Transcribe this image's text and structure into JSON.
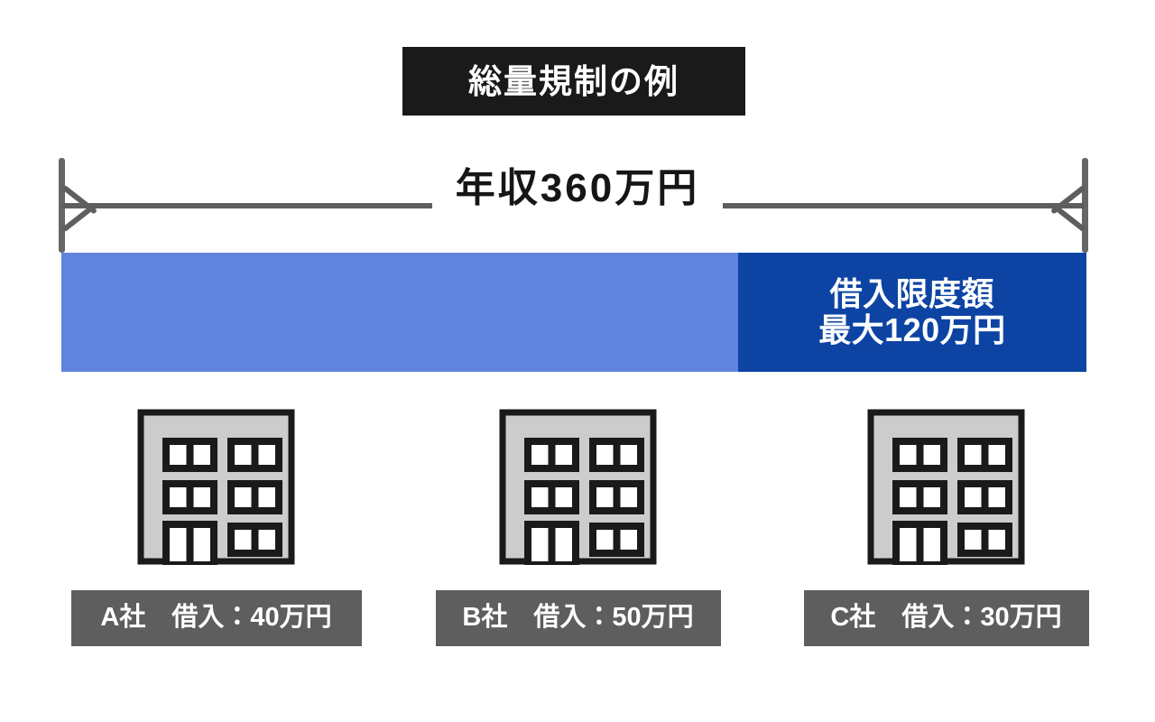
{
  "title": {
    "text": "総量規制の例"
  },
  "axis": {
    "label": "年収360万円",
    "left_tick_name": "income-scale-left-tick",
    "right_tick_name": "income-scale-right-tick"
  },
  "bar": {
    "income_segment_label": "",
    "limit_line_1": "借入限度額",
    "limit_line_2": "最大120万円",
    "income_color": "#6084de",
    "limit_color": "#0d44a4",
    "income_percent": 66,
    "limit_percent": 34
  },
  "companies": [
    {
      "id": "a",
      "icon": "office-building-icon",
      "label": "A社　借入：40万円",
      "name": "A社",
      "borrowing": "40万円"
    },
    {
      "id": "b",
      "icon": "office-building-icon",
      "label": "B社　借入：50万円",
      "name": "B社",
      "borrowing": "50万円"
    },
    {
      "id": "c",
      "icon": "office-building-icon",
      "label": "C社　借入：30万円",
      "name": "C社",
      "borrowing": "30万円"
    }
  ],
  "colors": {
    "title_bg": "#1a1a1a",
    "axis_gray": "#5e5e5e",
    "label_gray": "#5e5e5e",
    "building_fill": "#cccccc",
    "building_stroke": "#1a1a1a"
  }
}
